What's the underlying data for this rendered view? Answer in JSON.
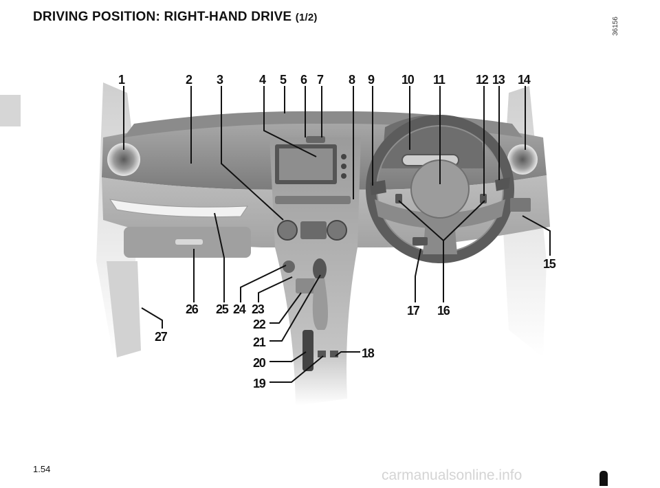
{
  "header": {
    "title": "DRIVING POSITION: RIGHT-HAND DRIVE",
    "page_part": "(1/2)"
  },
  "image_ref": "36156",
  "callouts": [
    "1",
    "2",
    "3",
    "4",
    "5",
    "6",
    "7",
    "8",
    "9",
    "10",
    "11",
    "12",
    "13",
    "14",
    "15",
    "16",
    "17",
    "18",
    "19",
    "20",
    "21",
    "22",
    "23",
    "24",
    "25",
    "26",
    "27"
  ],
  "footer": {
    "page_number": "1.54",
    "watermark": "carmanualsonline.info"
  }
}
